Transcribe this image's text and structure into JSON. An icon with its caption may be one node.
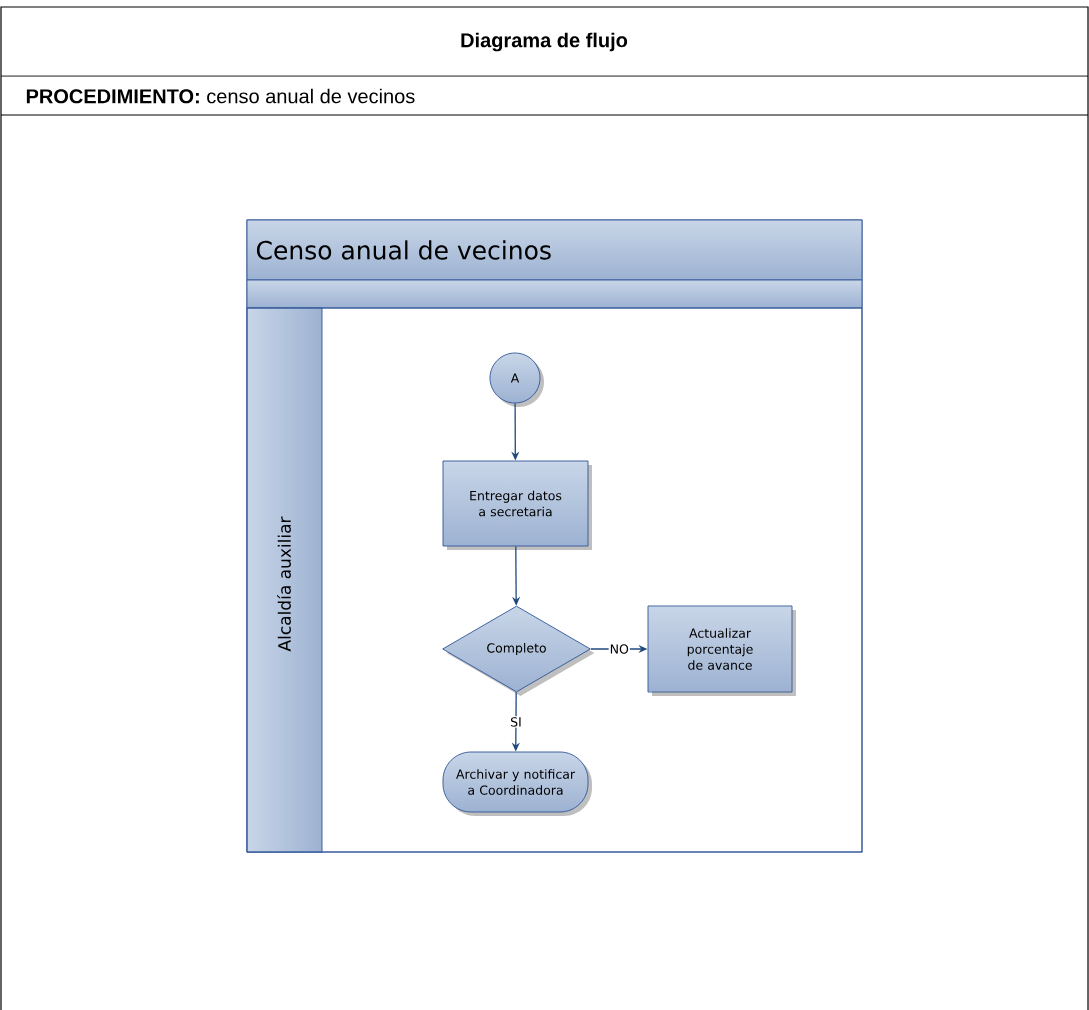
{
  "diagram": {
    "title": "Diagrama de flujo",
    "nodes": [
      {
        "text": [
          "Censo anual de vecinos"
        ]
      },
      {
        "text": [
          "Alcaldía auxiliar"
        ],
        "in": 0
      },
      {
        "text": [
          "A"
        ],
        "in": 1
      },
      {
        "text": [
          "Entregar datos a secretaria"
        ],
        "in": 1
      },
      {
        "text": [
          "Completo"
        ],
        "in": 1
      },
      {
        "text": [
          "Actualizar porcentaje de avance"
        ],
        "in": 1
      },
      {
        "text": [
          "Archivar y notificar a Coordinadora"
        ],
        "in": 1
      }
    ],
    "edges": [
      {
        "from": 2,
        "to": 3,
        "arrow": "to"
      },
      {
        "from": 3,
        "to": 4,
        "arrow": "to"
      },
      {
        "from": 4,
        "to": 5,
        "arrow": "to",
        "label": "NO"
      },
      {
        "from": 4,
        "to": 6,
        "arrow": "to",
        "label": "SI"
      }
    ],
    "labels": [
      "**PROCEDIMIENTO:** censo anual de vecinos"
    ]
  }
}
